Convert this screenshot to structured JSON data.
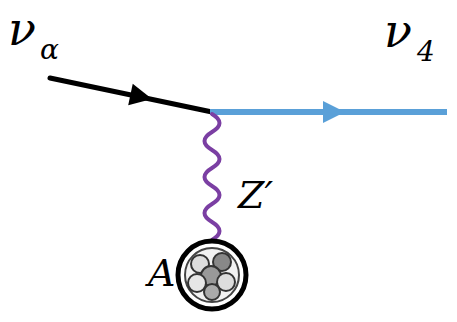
{
  "diagram": {
    "labels": [
      "ν",
      "α",
      "ν",
      "4",
      "Z′",
      "A"
    ]
  }
}
